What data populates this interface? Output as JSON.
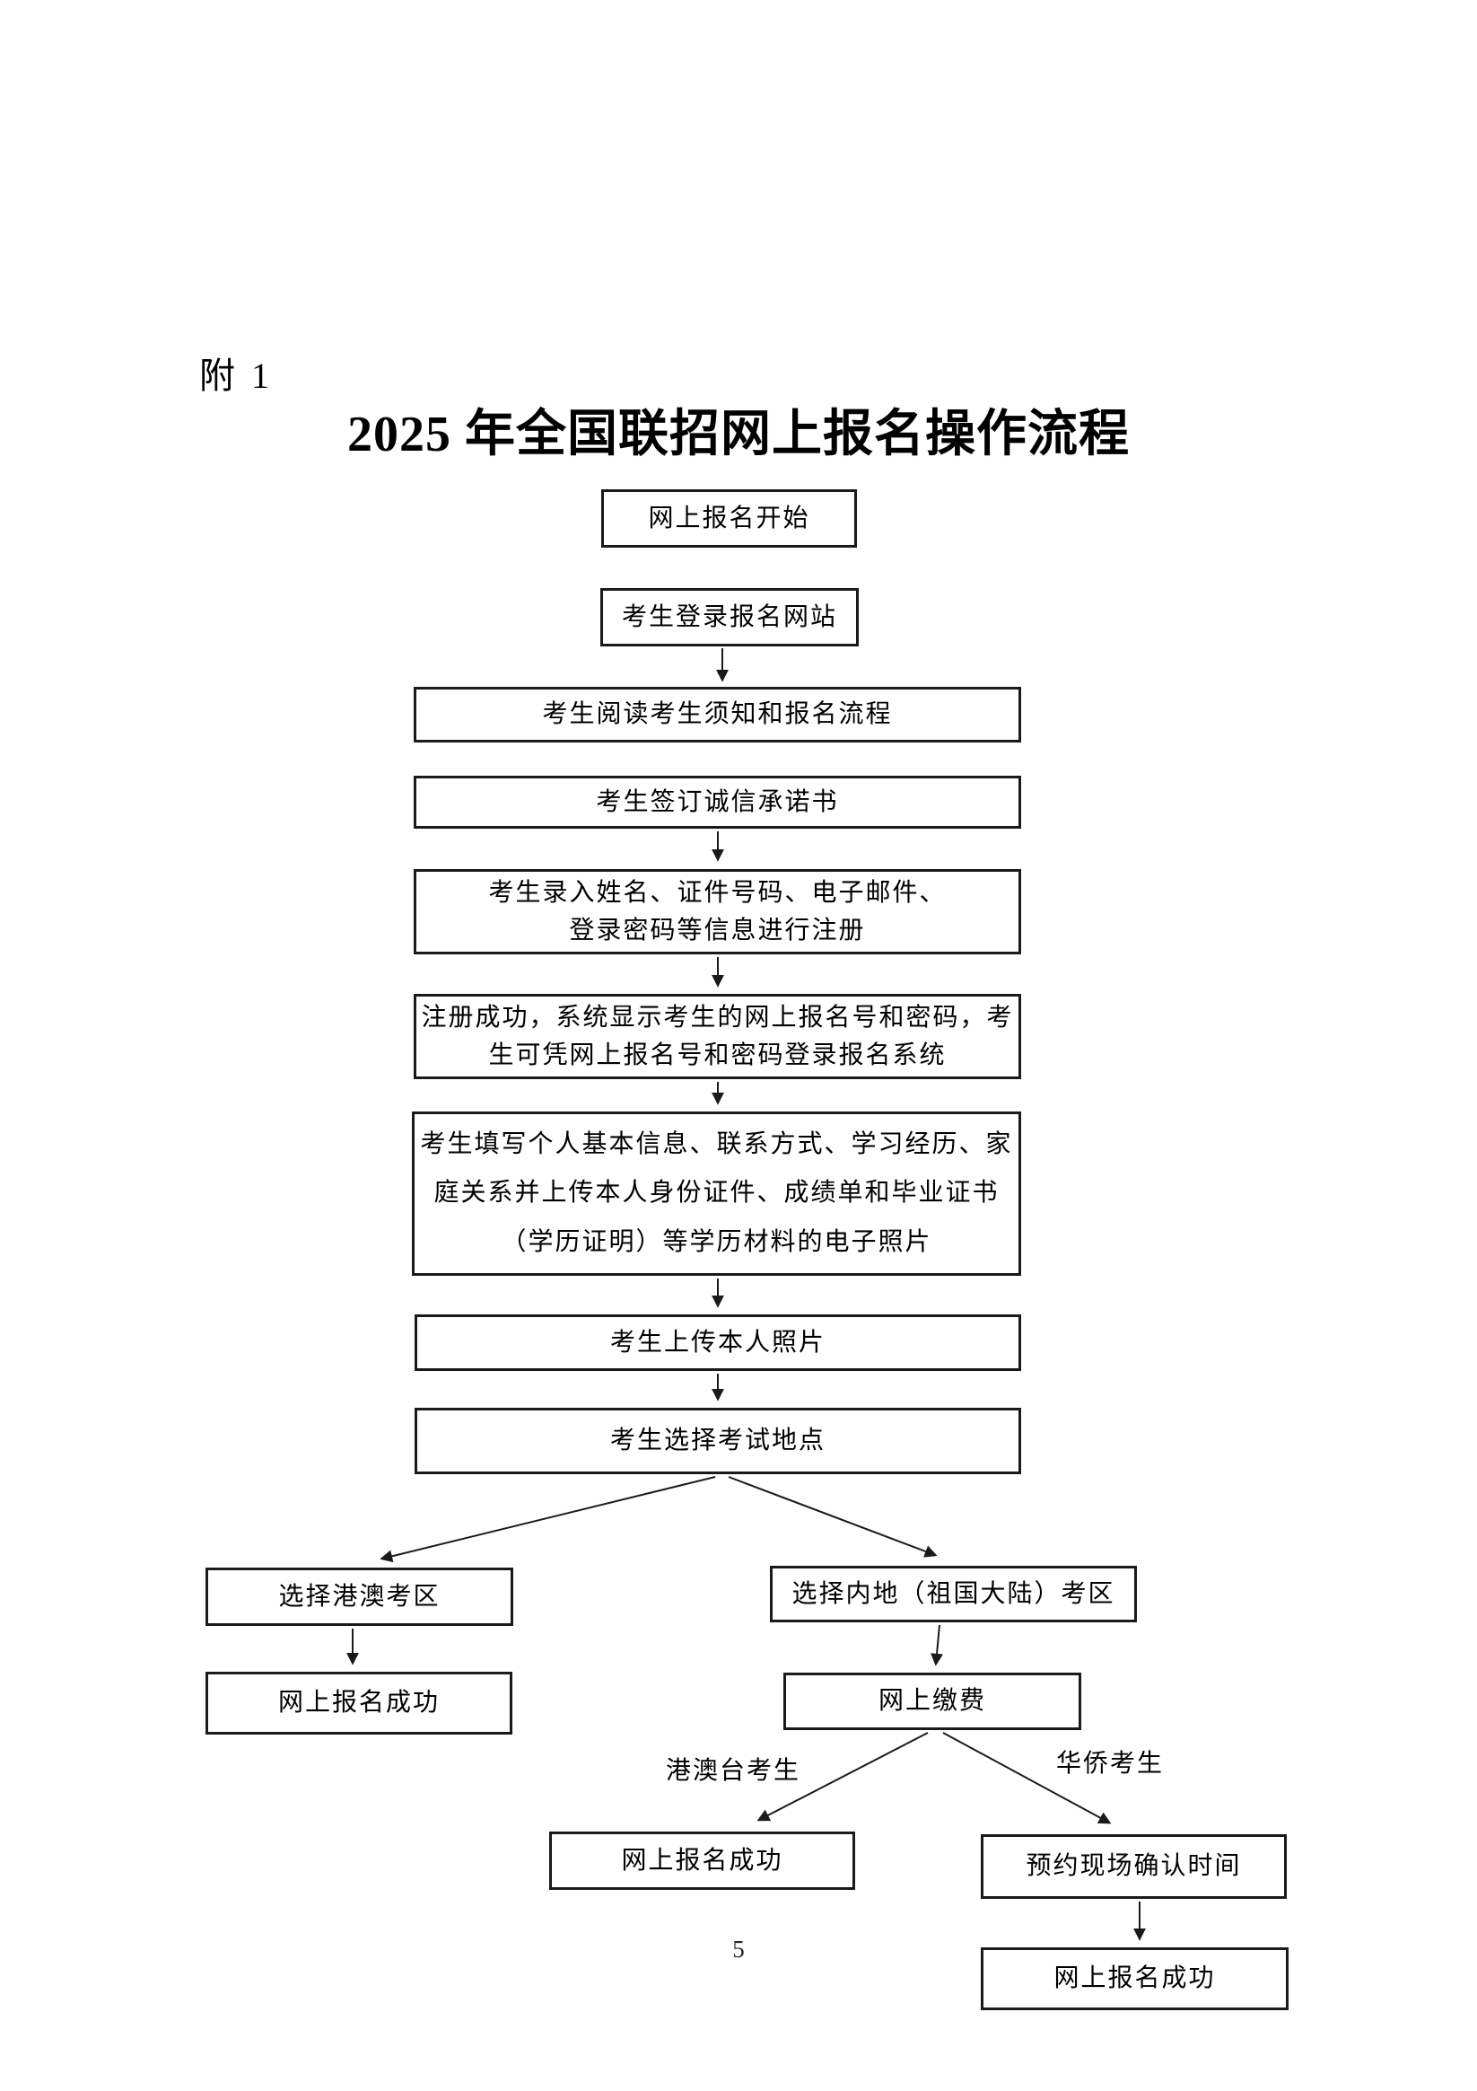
{
  "page": {
    "attachment_label": "附 1",
    "title": "2025 年全国联招网上报名操作流程",
    "page_number": "5"
  },
  "colors": {
    "background": "#ffffff",
    "text": "#000000",
    "box_border": "#1a1a1a",
    "connector": "#1a1a1a"
  },
  "flowchart": {
    "nodes": {
      "start": {
        "label": "网上报名开始"
      },
      "login": {
        "label": "考生登录报名网站"
      },
      "read": {
        "label": "考生阅读考生须知和报名流程"
      },
      "sign": {
        "label": "考生签订诚信承诺书"
      },
      "register": {
        "label": "考生录入姓名、证件号码、电子邮件、\n登录密码等信息进行注册"
      },
      "regsuccess": {
        "label": "注册成功，系统显示考生的网上报名号和密码，考\n生可凭网上报名号和密码登录报名系统"
      },
      "fill": {
        "label": "考生填写个人基本信息、联系方式、学习经历、家\n庭关系并上传本人身份证件、成绩单和毕业证书\n（学历证明）等学历材料的电子照片"
      },
      "photo": {
        "label": "考生上传本人照片"
      },
      "location": {
        "label": "考生选择考试地点"
      },
      "hk": {
        "label": "选择港澳考区"
      },
      "hkSuccess": {
        "label": "网上报名成功"
      },
      "mainland": {
        "label": "选择内地（祖国大陆）考区"
      },
      "pay": {
        "label": "网上缴费"
      },
      "hmtSuccess": {
        "label": "网上报名成功"
      },
      "appointment": {
        "label": "预约现场确认时间"
      },
      "finalSuccess": {
        "label": "网上报名成功"
      }
    },
    "branch_labels": {
      "hmt": "港澳台考生",
      "overseas": "华侨考生"
    },
    "edges": [
      {
        "from": "login",
        "to": "read"
      },
      {
        "from": "read",
        "to": "sign"
      },
      {
        "from": "sign",
        "to": "register"
      },
      {
        "from": "register",
        "to": "regsuccess"
      },
      {
        "from": "regsuccess",
        "to": "fill"
      },
      {
        "from": "fill",
        "to": "photo"
      },
      {
        "from": "photo",
        "to": "location"
      },
      {
        "from": "location",
        "to": "hk"
      },
      {
        "from": "location",
        "to": "mainland"
      },
      {
        "from": "hk",
        "to": "hkSuccess"
      },
      {
        "from": "mainland",
        "to": "pay"
      },
      {
        "from": "pay",
        "to": "hmtSuccess",
        "label": "港澳台考生"
      },
      {
        "from": "pay",
        "to": "appointment",
        "label": "华侨考生"
      },
      {
        "from": "appointment",
        "to": "finalSuccess"
      }
    ]
  }
}
